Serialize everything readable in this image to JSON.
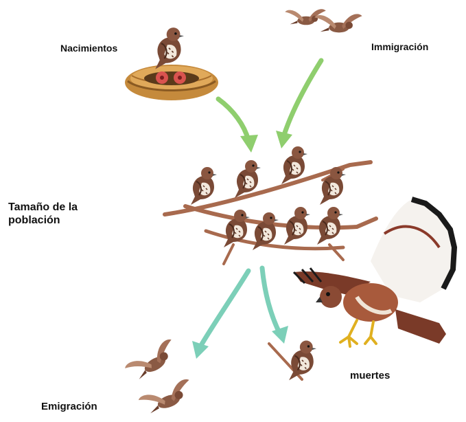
{
  "labels": {
    "births": "Nacimientos",
    "immigration": "Immigración",
    "population_line1": "Tamaño de la",
    "population_line2": "población",
    "deaths": "muertes",
    "emigration": "Emigración"
  },
  "colors": {
    "inflow_arrow": "#8fce6e",
    "outflow_arrow": "#7ccfb8",
    "branch": "#a86a4e",
    "sparrow": "#7a4a36",
    "hawk_wing_dark": "#1a1a1a"
  },
  "icons": [
    "nest-with-chicks-icon",
    "flying-sparrows-icon",
    "perched-sparrows-icon",
    "hawk-icon",
    "caught-sparrow-icon"
  ]
}
